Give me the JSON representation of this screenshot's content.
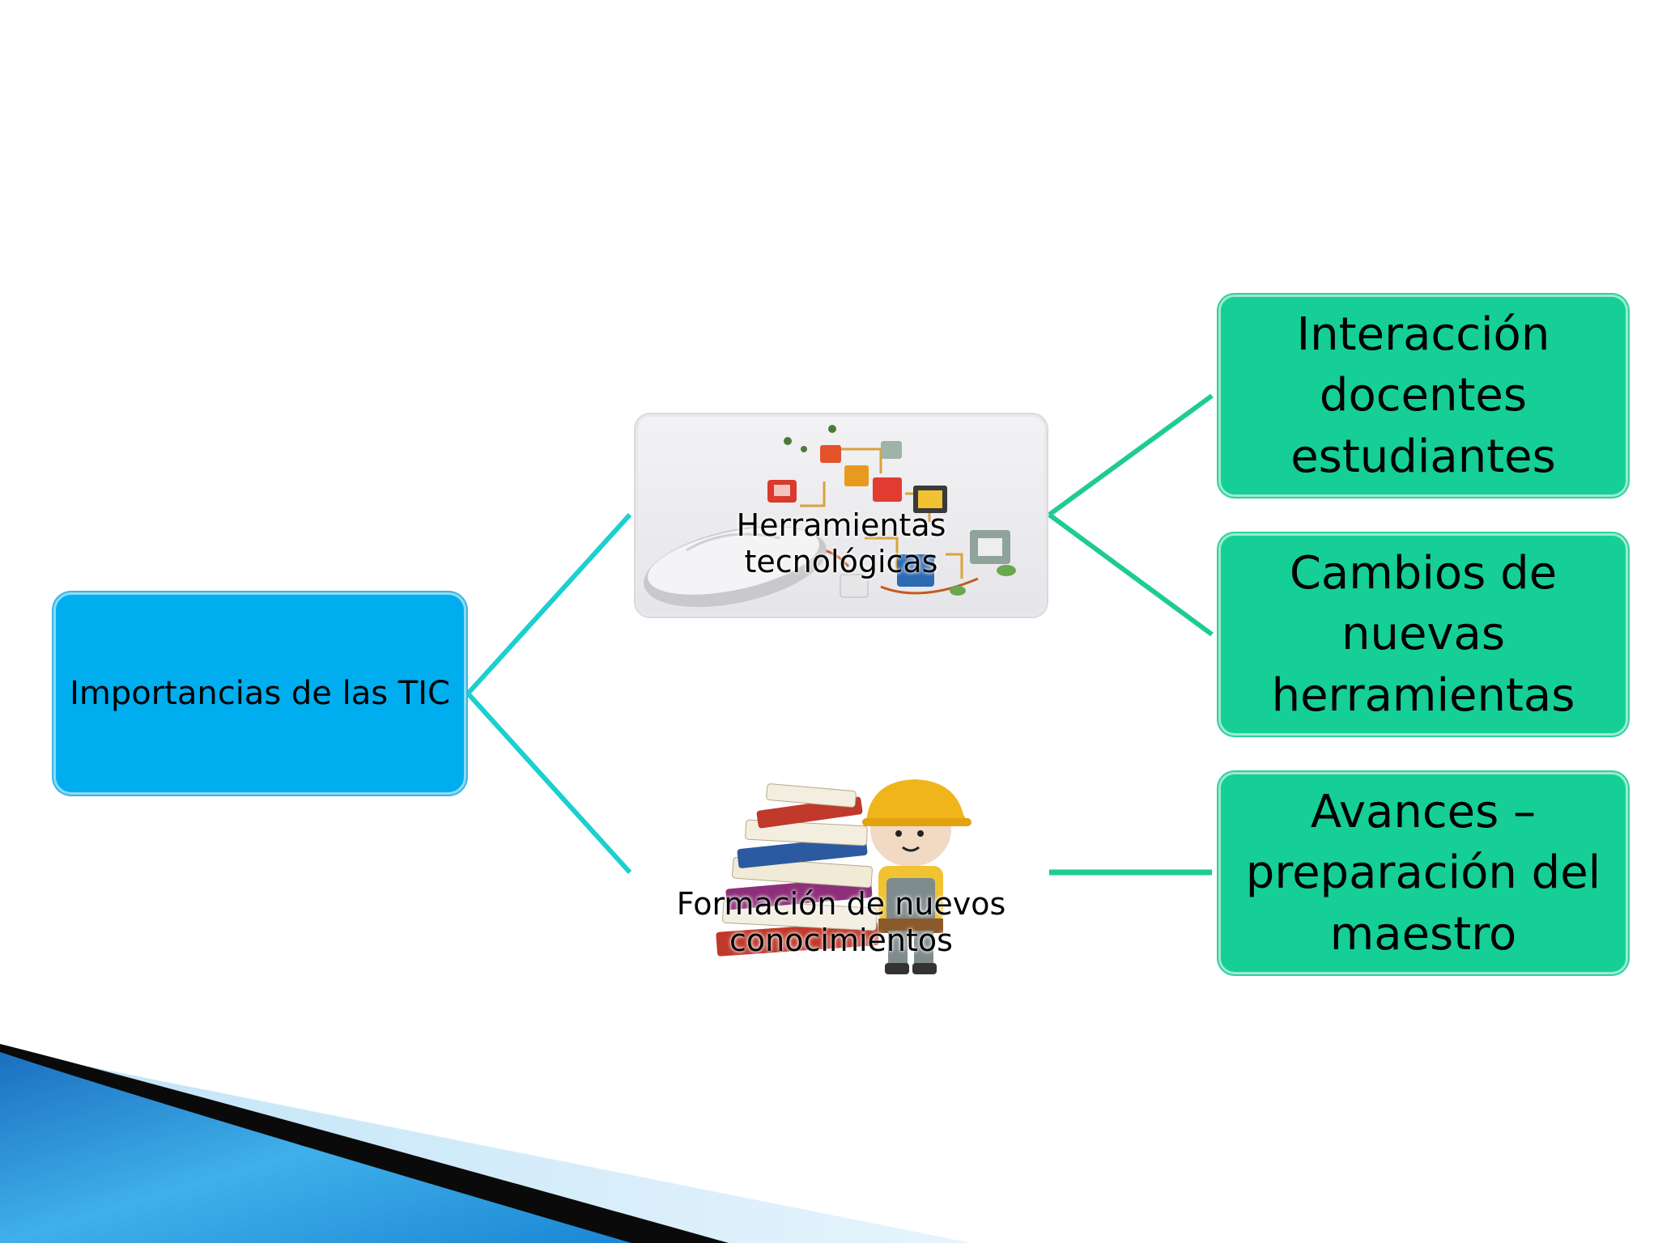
{
  "diagram": {
    "root": {
      "label": "Importancias de las TIC"
    },
    "middle": [
      {
        "label_line1": "Herramientas",
        "label_line2": "tecnológicas",
        "image": "technology-icons-mouse"
      },
      {
        "label_line1": "Formación de nuevos",
        "label_line2": "conocimientos",
        "image": "books-worker-character"
      }
    ],
    "leaves": [
      {
        "line1": "Interacción",
        "line2": "docentes",
        "line3": "estudiantes"
      },
      {
        "line1": "Cambios de",
        "line2": "nuevas",
        "line3": "herramientas"
      },
      {
        "line1": "Avances –",
        "line2": "preparación del",
        "line3": "maestro"
      }
    ]
  },
  "colors": {
    "root_fill": "#00aeef",
    "leaf_fill": "#15cf96",
    "connector_left": "#1ccfd0",
    "connector_right": "#1fcb95",
    "corner_blue": "#1a8fd6",
    "corner_black": "#0a0a0a"
  }
}
